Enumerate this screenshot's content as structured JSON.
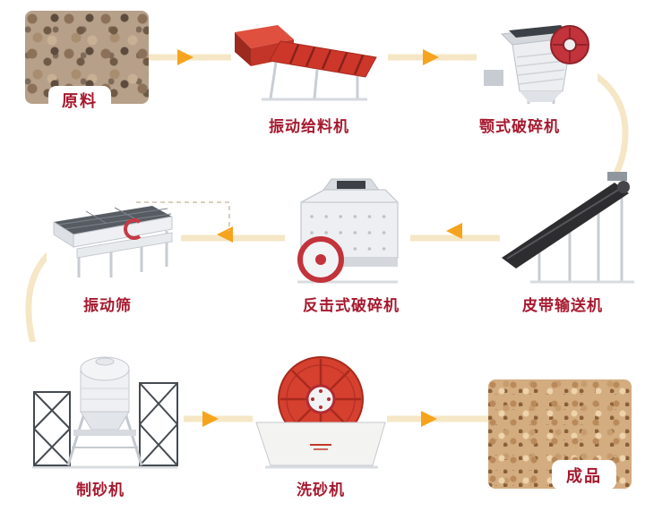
{
  "style": {
    "background": "#ffffff",
    "path_color": "#F5E7C6",
    "arrow_color": "#F6A41D",
    "label_color": "#A6192E"
  },
  "nodes": {
    "raw": {
      "label": "原料",
      "type": "photo"
    },
    "feeder": {
      "label": "振动给料机",
      "type": "machine"
    },
    "jaw": {
      "label": "颚式破碎机",
      "type": "machine"
    },
    "belt": {
      "label": "皮带输送机",
      "type": "machine"
    },
    "impact": {
      "label": "反击式破碎机",
      "type": "machine"
    },
    "screen": {
      "label": "振动筛",
      "type": "machine"
    },
    "sand_maker": {
      "label": "制砂机",
      "type": "machine"
    },
    "washer": {
      "label": "洗砂机",
      "type": "machine"
    },
    "product": {
      "label": "成品",
      "type": "photo"
    }
  },
  "flow_order": [
    "原料",
    "振动给料机",
    "颚式破碎机",
    "皮带输送机",
    "反击式破碎机",
    "振动筛",
    "制砂机",
    "洗砂机",
    "成品"
  ]
}
